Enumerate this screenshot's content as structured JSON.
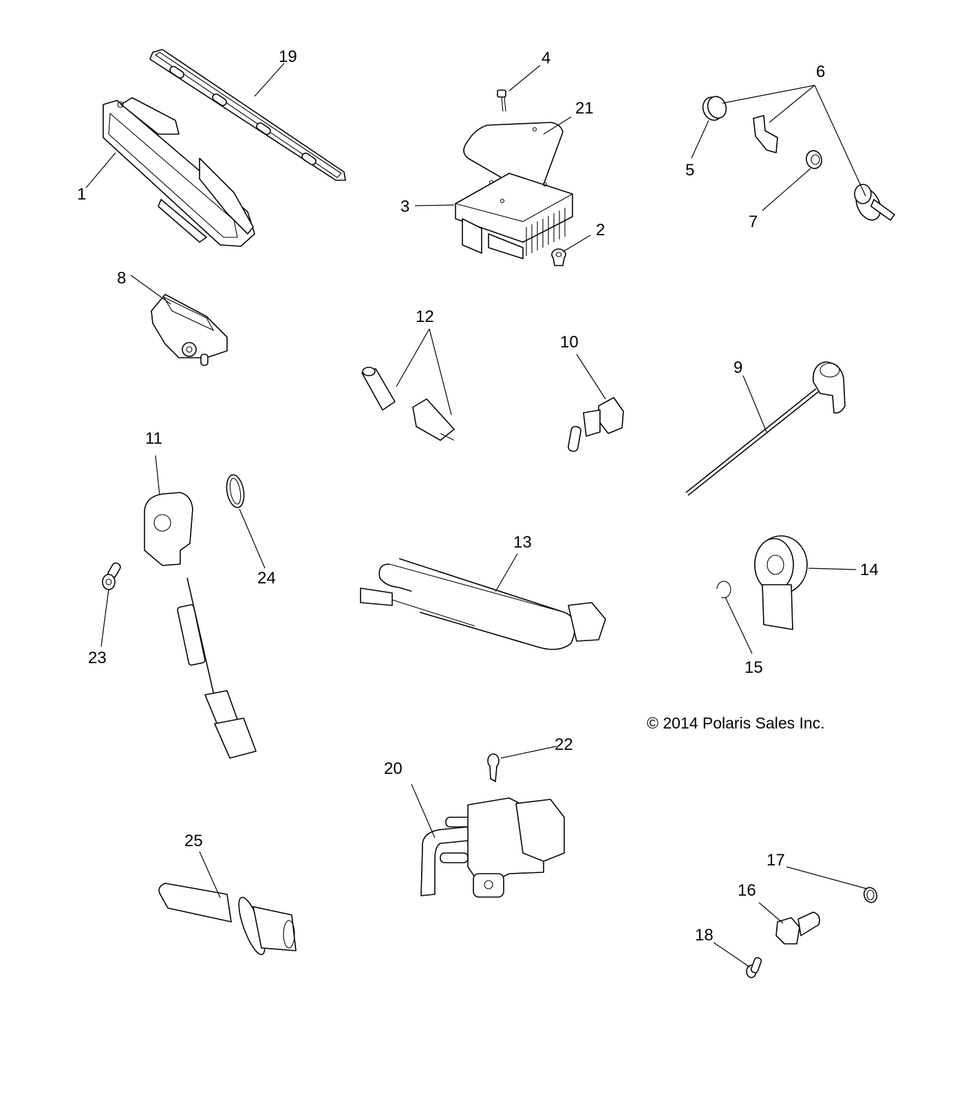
{
  "diagram": {
    "type": "exploded-parts-diagram",
    "copyright": "© 2014 Polaris Sales Inc.",
    "callouts": {
      "c1": "1",
      "c2": "2",
      "c3": "3",
      "c4": "4",
      "c5": "5",
      "c6": "6",
      "c7": "7",
      "c8": "8",
      "c9": "9",
      "c10": "10",
      "c11": "11",
      "c12": "12",
      "c13": "13",
      "c14": "14",
      "c15": "15",
      "c16": "16",
      "c17": "17",
      "c18": "18",
      "c19": "19",
      "c20": "20",
      "c21": "21",
      "c22": "22",
      "c23": "23",
      "c24": "24",
      "c25": "25"
    },
    "parts": [
      {
        "ref": "1",
        "depicts": "ecu-module"
      },
      {
        "ref": "2",
        "depicts": "plug"
      },
      {
        "ref": "3",
        "depicts": "regulator-module"
      },
      {
        "ref": "4",
        "depicts": "screw"
      },
      {
        "ref": "5",
        "depicts": "grommet"
      },
      {
        "ref": "6",
        "depicts": "sensor-kit"
      },
      {
        "ref": "7",
        "depicts": "washer"
      },
      {
        "ref": "8",
        "depicts": "map-sensor"
      },
      {
        "ref": "9",
        "depicts": "probe-sensor"
      },
      {
        "ref": "10",
        "depicts": "temperature-sensor"
      },
      {
        "ref": "11",
        "depicts": "throttle-position-sensor-harness"
      },
      {
        "ref": "12",
        "depicts": "connector-pair"
      },
      {
        "ref": "13",
        "depicts": "heated-wire-harness"
      },
      {
        "ref": "14",
        "depicts": "knock-sensor"
      },
      {
        "ref": "15",
        "depicts": "retaining-clip"
      },
      {
        "ref": "16",
        "depicts": "speed-sensor"
      },
      {
        "ref": "17",
        "depicts": "o-ring"
      },
      {
        "ref": "18",
        "depicts": "bolt"
      },
      {
        "ref": "19",
        "depicts": "mounting-bracket"
      },
      {
        "ref": "20",
        "depicts": "valve-assembly"
      },
      {
        "ref": "21",
        "depicts": "gasket-plate"
      },
      {
        "ref": "22",
        "depicts": "screw"
      },
      {
        "ref": "23",
        "depicts": "bolt"
      },
      {
        "ref": "24",
        "depicts": "o-ring"
      },
      {
        "ref": "25",
        "depicts": "sensor-connector"
      }
    ]
  }
}
